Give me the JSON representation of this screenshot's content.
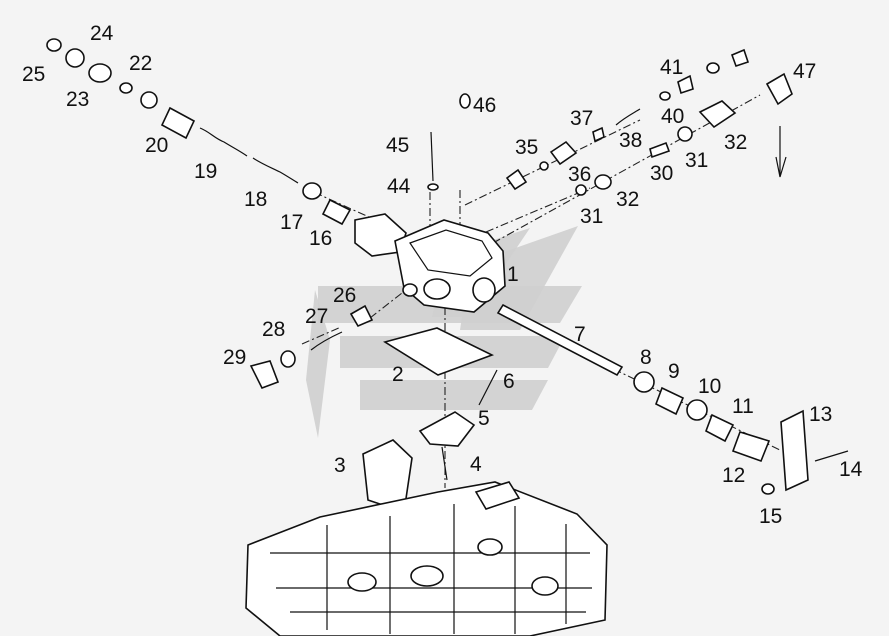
{
  "diagram": {
    "type": "exploded-parts-diagram",
    "callouts": [
      "1",
      "2",
      "3",
      "4",
      "5",
      "6",
      "7",
      "8",
      "9",
      "10",
      "11",
      "12",
      "13",
      "14",
      "15",
      "16",
      "17",
      "18",
      "19",
      "20",
      "22",
      "23",
      "24",
      "25",
      "26",
      "27",
      "28",
      "29",
      "30",
      "31",
      "31",
      "32",
      "32",
      "35",
      "36",
      "37",
      "38",
      "40",
      "41",
      "44",
      "45",
      "46",
      "47"
    ]
  }
}
